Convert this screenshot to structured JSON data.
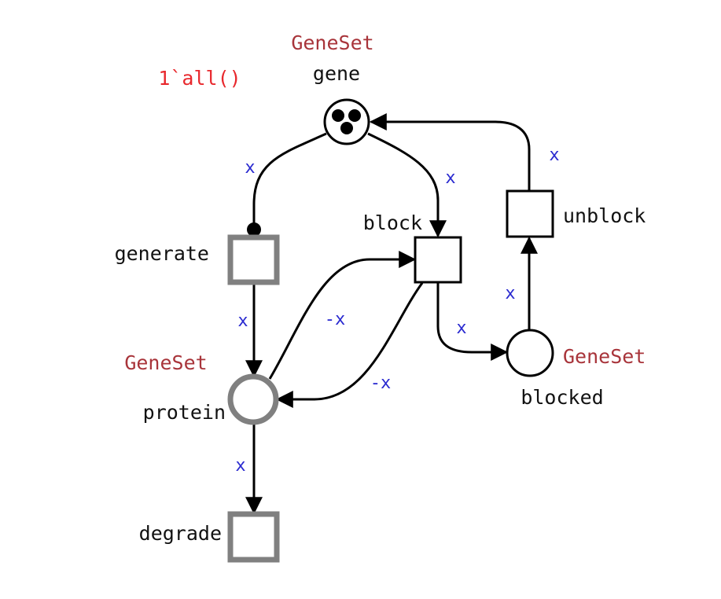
{
  "colors": {
    "place_type": "#a8343a",
    "initial_marking": "#e8282d",
    "arc_inscription": "#2a2ad0",
    "fusion_border": "#808080",
    "stroke": "#000000"
  },
  "places": {
    "gene": {
      "name": "gene",
      "type": "GeneSet",
      "initial_marking": "1`all()",
      "tokens": 3
    },
    "protein": {
      "name": "protein",
      "type": "GeneSet"
    },
    "blocked": {
      "name": "blocked",
      "type": "GeneSet"
    }
  },
  "transitions": {
    "generate": {
      "name": "generate"
    },
    "block": {
      "name": "block"
    },
    "unblock": {
      "name": "unblock"
    },
    "degrade": {
      "name": "degrade"
    }
  },
  "arcs": {
    "gene_generate": "x",
    "gene_block": "x",
    "unblock_gene": "x",
    "generate_protein": "x",
    "protein_block": "-x",
    "block_protein": "-x",
    "block_blocked": "x",
    "blocked_unblock": "x",
    "protein_degrade": "x"
  }
}
